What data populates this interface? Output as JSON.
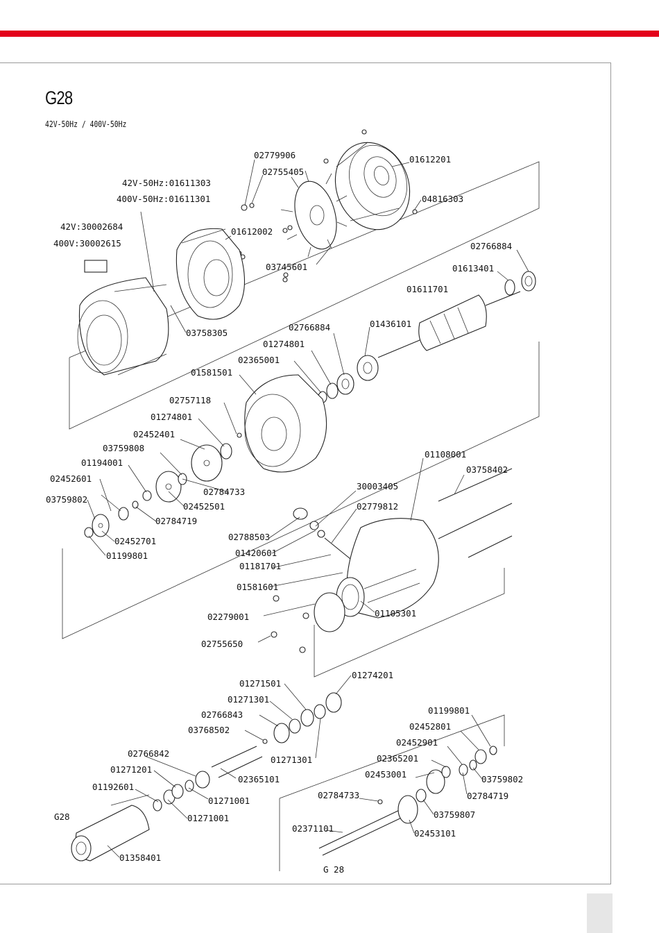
{
  "header": {
    "bar_color": "#e3001b"
  },
  "title": "G28",
  "subtitle": "42V-50Hz / 400V-50Hz",
  "notes": {
    "rotor_42v": "42V-50Hz:01611303",
    "rotor_400v": "400V-50Hz:01611301",
    "stator_42v": "42V:30002684",
    "stator_400v": "400V:30002615"
  },
  "parts": {
    "p02779906": "02779906",
    "p02755405": "02755405",
    "p01612201": "01612201",
    "p04816303": "04816303",
    "p01612002": "01612002",
    "p03745601": "03745601",
    "p02766884a": "02766884",
    "p01613401": "01613401",
    "p01611701": "01611701",
    "p03758305": "03758305",
    "p01436101": "01436101",
    "p02766884b": "02766884",
    "p01274801a": "01274801",
    "p02365001": "02365001",
    "p01581501": "01581501",
    "p02757118": "02757118",
    "p01274801b": "01274801",
    "p02452401": "02452401",
    "p03759808": "03759808",
    "p01194001": "01194001",
    "p02452601": "02452601",
    "p03759802a": "03759802",
    "p02784733a": "02784733",
    "p02452501": "02452501",
    "p02784719a": "02784719",
    "p02452701": "02452701",
    "p01199801a": "01199801",
    "p01108001": "01108001",
    "p03758402": "03758402",
    "p30003405": "30003405",
    "p02779812": "02779812",
    "p02788503": "02788503",
    "p01420601": "01420601",
    "p01181701": "01181701",
    "p01581601": "01581601",
    "p02279001": "02279001",
    "p01105301": "01105301",
    "p02755650": "02755650",
    "p01271501": "01271501",
    "p01274201": "01274201",
    "p01271301a": "01271301",
    "p02766843": "02766843",
    "p03768502": "03768502",
    "p01271301b": "01271301",
    "p01199801b": "01199801",
    "p02452801": "02452801",
    "p02452901": "02452901",
    "p02365201": "02365201",
    "p02766842": "02766842",
    "p02365101": "02365101",
    "p01271201": "01271201",
    "p01271001a": "01271001",
    "p01192601": "01192601",
    "p01271001b": "01271001",
    "p02453001": "02453001",
    "p03759802b": "03759802",
    "p02784719b": "02784719",
    "p02784733b": "02784733",
    "p03759807": "03759807",
    "p02371101": "02371101",
    "p02453101": "02453101",
    "p01358401": "01358401",
    "model_tag": "G28",
    "footer_cut": "G 28"
  }
}
